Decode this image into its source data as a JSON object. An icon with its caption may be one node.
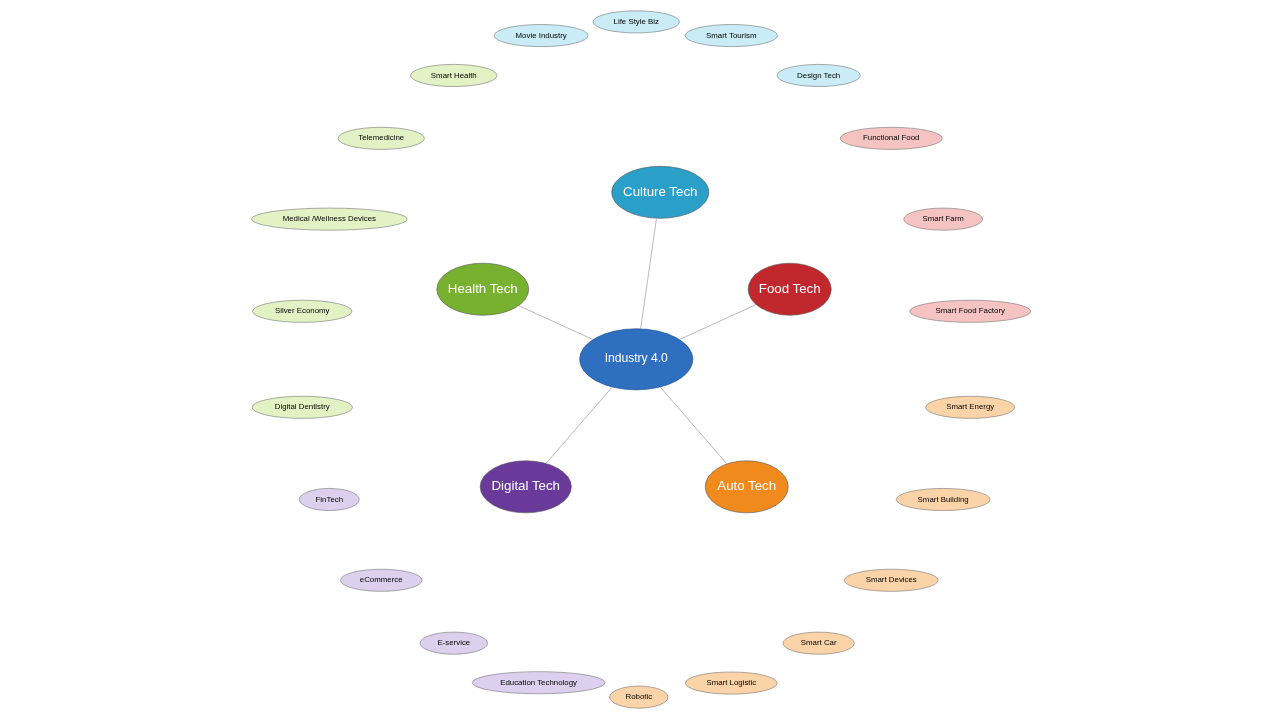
{
  "diagram": {
    "nodes": [
      {
        "text": [
          "Industry 4.0"
        ]
      },
      {
        "text": [
          "Food Tech"
        ]
      },
      {
        "text": [
          "Smart Food Factory"
        ]
      },
      {
        "text": [
          "Smart Farm"
        ]
      },
      {
        "text": [
          "Functional Food"
        ]
      },
      {
        "text": [
          "Culture Tech"
        ]
      },
      {
        "text": [
          "Design Tech"
        ]
      },
      {
        "text": [
          "Smart Tourism"
        ]
      },
      {
        "text": [
          "Life Style Biz"
        ]
      },
      {
        "text": [
          "Movie Industry"
        ]
      },
      {
        "text": [
          "Health Tech"
        ]
      },
      {
        "text": [
          "Smart Health"
        ]
      },
      {
        "text": [
          "Telemedicine"
        ]
      },
      {
        "text": [
          "Medical /Wellness Devices"
        ]
      },
      {
        "text": [
          "Silver Economy"
        ]
      },
      {
        "text": [
          "Digital Dentistry"
        ]
      },
      {
        "text": [
          "Digital Tech"
        ]
      },
      {
        "text": [
          "FinTech"
        ]
      },
      {
        "text": [
          "eCommerce"
        ]
      },
      {
        "text": [
          "E-service"
        ]
      },
      {
        "text": [
          "Education Technology"
        ]
      },
      {
        "text": [
          "Auto Tech"
        ]
      },
      {
        "text": [
          "Robotic"
        ]
      },
      {
        "text": [
          "Smart Logistic"
        ]
      },
      {
        "text": [
          "Smart Car"
        ]
      },
      {
        "text": [
          "Smart Devices"
        ]
      },
      {
        "text": [
          "Smart Building"
        ]
      },
      {
        "text": [
          "Smart Energy"
        ]
      }
    ],
    "edges": [
      {
        "from": 0,
        "to": 1,
        "arrow": "none"
      },
      {
        "from": 0,
        "to": 5,
        "arrow": "none"
      },
      {
        "from": 0,
        "to": 10,
        "arrow": "none"
      },
      {
        "from": 0,
        "to": 16,
        "arrow": "none"
      },
      {
        "from": 0,
        "to": 21,
        "arrow": "none"
      }
    ]
  }
}
